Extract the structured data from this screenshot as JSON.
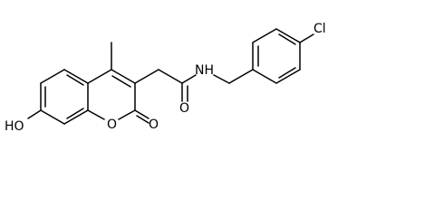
{
  "molecule": {
    "atoms": {
      "hydroxyl": "HO",
      "carbonyl_oxygen": "O",
      "ring_oxygen": "O",
      "amide_oxygen": "O",
      "amide_nitrogen": "NH",
      "chlorine": "Cl"
    }
  }
}
